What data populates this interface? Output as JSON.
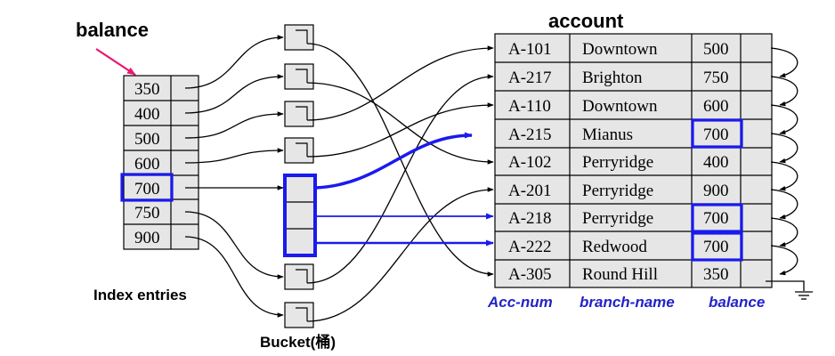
{
  "labels": {
    "index_name": "balance",
    "table_name": "account",
    "index_entries": "Index entries",
    "bucket": "Bucket(桶)"
  },
  "columns": [
    "Acc-num",
    "branch-name",
    "balance"
  ],
  "index_keys": [
    "350",
    "400",
    "500",
    "600",
    "700",
    "750",
    "900"
  ],
  "records": [
    {
      "acc": "A-101",
      "branch": "Downtown",
      "balance": "500"
    },
    {
      "acc": "A-217",
      "branch": "Brighton",
      "balance": "750"
    },
    {
      "acc": "A-110",
      "branch": "Downtown",
      "balance": "600"
    },
    {
      "acc": "A-215",
      "branch": "Mianus",
      "balance": "700"
    },
    {
      "acc": "A-102",
      "branch": "Perryridge",
      "balance": "400"
    },
    {
      "acc": "A-201",
      "branch": "Perryridge",
      "balance": "900"
    },
    {
      "acc": "A-218",
      "branch": "Perryridge",
      "balance": "700"
    },
    {
      "acc": "A-222",
      "branch": "Redwood",
      "balance": "700"
    },
    {
      "acc": "A-305",
      "branch": "Round Hill",
      "balance": "350"
    }
  ],
  "colors": {
    "cell_fill": "#e6e6e6",
    "stroke": "#000000",
    "highlight": "#1a1aee",
    "label_blue": "#2323c8",
    "pointer_pink": "#e8186e"
  }
}
